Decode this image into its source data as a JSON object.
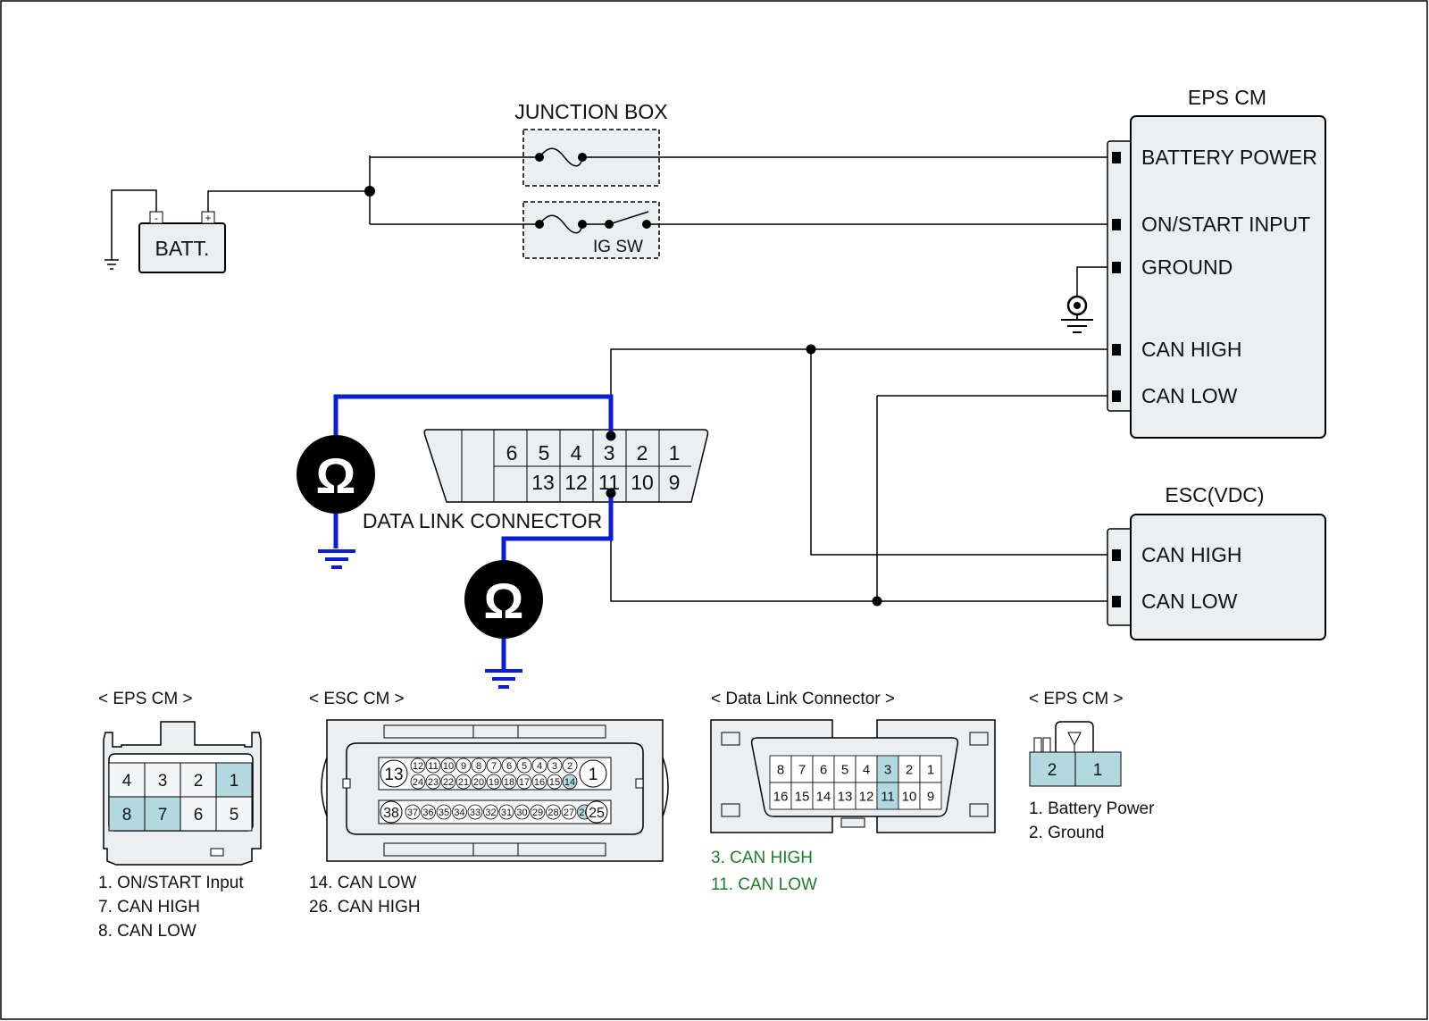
{
  "batt": {
    "label": "BATT.",
    "neg": "-",
    "pos": "+"
  },
  "junction_box": {
    "title": "JUNCTION BOX",
    "switch_label": "IG SW"
  },
  "eps_cm": {
    "title": "EPS CM",
    "pins": [
      "BATTERY POWER",
      "ON/START INPUT",
      "GROUND",
      "CAN HIGH",
      "CAN LOW"
    ]
  },
  "esc_vdc": {
    "title": "ESC(VDC)",
    "pins": [
      "CAN HIGH",
      "CAN LOW"
    ]
  },
  "dlc_main": {
    "label": "DATA LINK CONNECTOR",
    "top_row": [
      "6",
      "5",
      "4",
      "3",
      "2",
      "1"
    ],
    "bottom_row": [
      "13",
      "12",
      "11",
      "10",
      "9"
    ]
  },
  "meter_symbol": "Ω",
  "legend_eps_cm": {
    "title": "< EPS CM >",
    "row1": [
      "4",
      "3",
      "2",
      "1"
    ],
    "row2": [
      "8",
      "7",
      "6",
      "5"
    ],
    "notes": [
      "1. ON/START Input",
      "7. CAN HIGH",
      "8. CAN LOW"
    ]
  },
  "legend_esc_cm": {
    "title": "< ESC CM >",
    "big_top": [
      "13",
      "1"
    ],
    "top_row": [
      "12",
      "11",
      "10",
      "9",
      "8",
      "7",
      "6",
      "5",
      "4",
      "3",
      "2"
    ],
    "mid_row": [
      "24",
      "23",
      "22",
      "21",
      "20",
      "19",
      "18",
      "17",
      "16",
      "15",
      "14"
    ],
    "big_bottom": [
      "38",
      "25"
    ],
    "bottom_row": [
      "37",
      "36",
      "35",
      "34",
      "33",
      "32",
      "31",
      "30",
      "29",
      "28",
      "27",
      "26"
    ],
    "notes": [
      "14. CAN LOW",
      "26. CAN HIGH"
    ]
  },
  "legend_dlc": {
    "title": "< Data Link Connector >",
    "top_row": [
      "8",
      "7",
      "6",
      "5",
      "4",
      "3",
      "2",
      "1"
    ],
    "bottom_row": [
      "16",
      "15",
      "14",
      "13",
      "12",
      "11",
      "10",
      "9"
    ],
    "notes": [
      "3. CAN HIGH",
      "11. CAN LOW"
    ]
  },
  "legend_eps_cm2": {
    "title": "< EPS CM >",
    "pins": [
      "2",
      "1"
    ],
    "notes": [
      "1. Battery Power",
      "2. Ground"
    ]
  },
  "colors": {
    "probe_wire": "#0a1ed6",
    "highlight_pin": "#b3d9e0",
    "note_green": "#1e7d2a"
  }
}
